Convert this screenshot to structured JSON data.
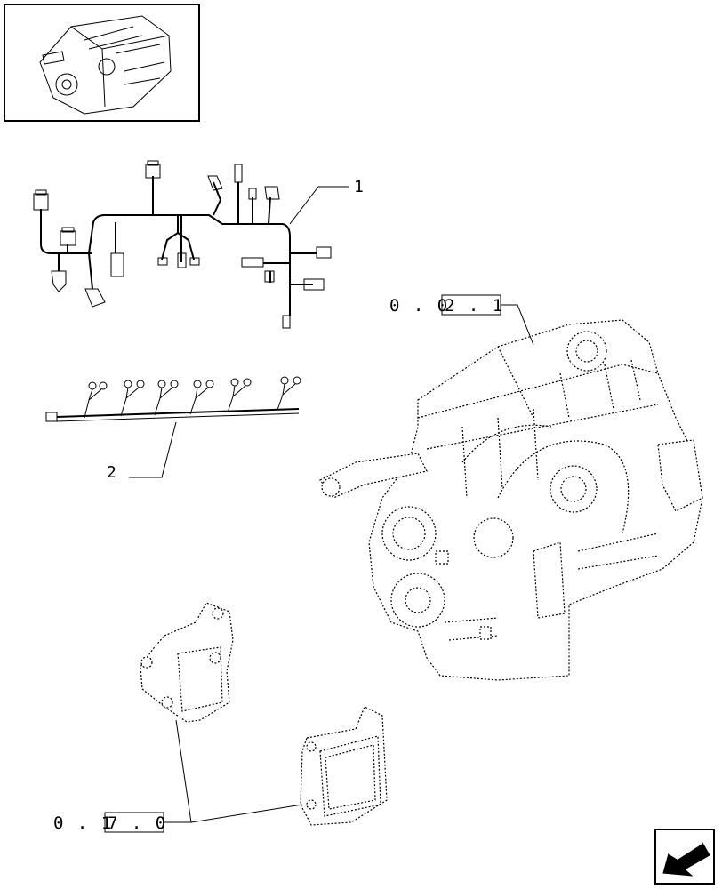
{
  "callouts": {
    "item1": "1",
    "item2": "2",
    "ref_engine_a": "0 . 0",
    "ref_engine_b": "2 . 1",
    "ref_ecu_a": "0 . 1",
    "ref_ecu_b": "7 . 0"
  },
  "icons": {
    "thumbnail": "engine-thumbnail-icon",
    "nav": "back-arrow-icon"
  }
}
